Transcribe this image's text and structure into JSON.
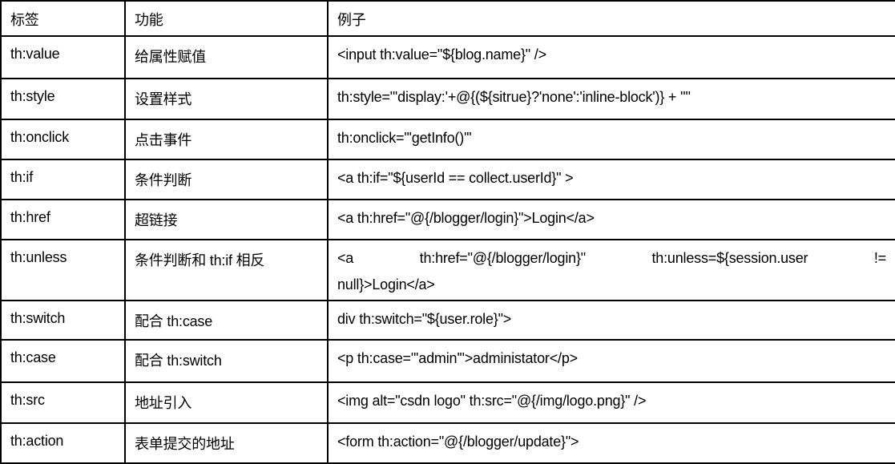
{
  "table": {
    "headers": [
      "标签",
      "功能",
      "例子"
    ],
    "rows": [
      {
        "tag": "th:value",
        "function": "给属性赋值",
        "example": "<input th:value=\"${blog.name}\" />"
      },
      {
        "tag": "th:style",
        "function": "设置样式",
        "example": "th:style=\"'display:'+@{(${sitrue}?'none':'inline-block')} + ''\""
      },
      {
        "tag": "th:onclick",
        "function": "点击事件",
        "example": "th:onclick=\"'getInfo()'\""
      },
      {
        "tag": "th:if",
        "function": "条件判断",
        "example": "<a th:if=\"${userId == collect.userId}\" >"
      },
      {
        "tag": "th:href",
        "function": "超链接",
        "example": "<a th:href=\"@{/blogger/login}\">Login</a>"
      },
      {
        "tag": "th:unless",
        "function": "条件判断和 th:if 相反",
        "example_lines": [
          "<a th:href=\"@{/blogger/login}\" th:unless=${session.user !=",
          "null}>Login</a>"
        ]
      },
      {
        "tag": "th:switch",
        "function": "配合 th:case",
        "example": "div th:switch=\"${user.role}\">"
      },
      {
        "tag": "th:case",
        "function": "配合 th:switch",
        "example": "<p th:case=\"'admin'\">administator</p>"
      },
      {
        "tag": "th:src",
        "function": "地址引入",
        "example": "<img alt=\"csdn logo\" th:src=\"@{/img/logo.png}\" />"
      },
      {
        "tag": "th:action",
        "function": "表单提交的地址",
        "example": "<form th:action=\"@{/blogger/update}\">"
      }
    ]
  }
}
